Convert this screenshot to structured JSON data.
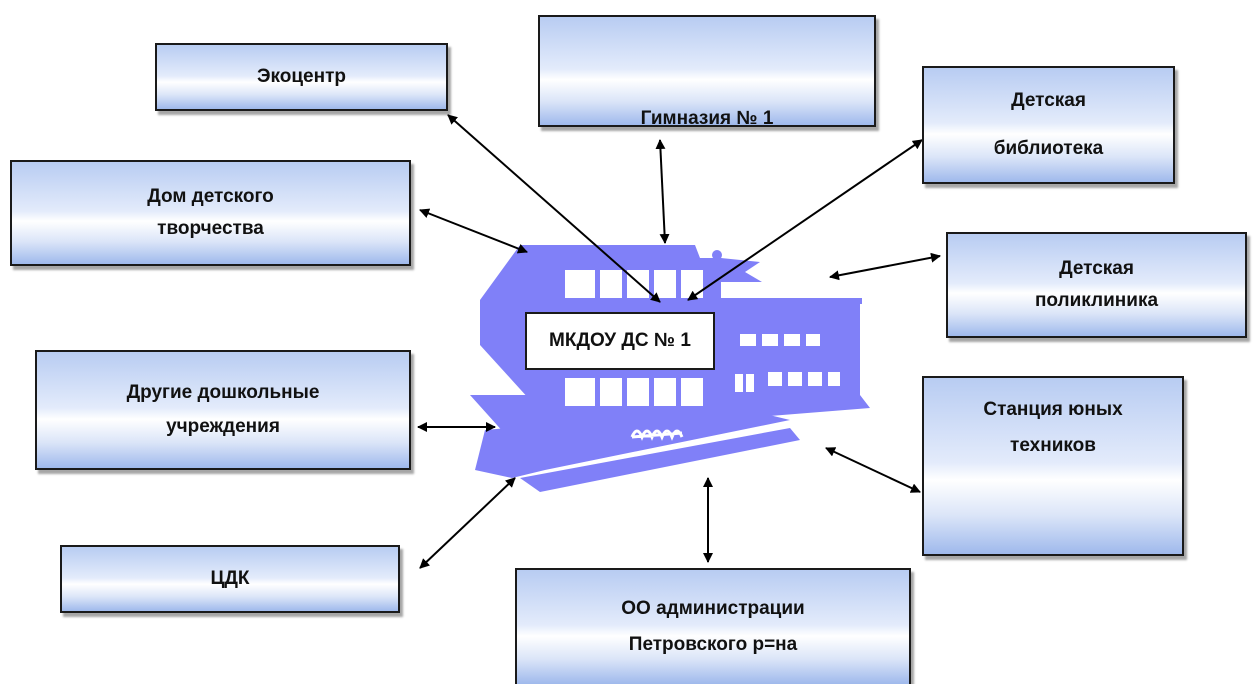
{
  "center": {
    "label": "МКДОУ ДС № 1"
  },
  "partners": {
    "ecocenter": {
      "label": "Экоцентр"
    },
    "gymnasium": {
      "label": "Гимназия № 1"
    },
    "library": {
      "line1": "Детская",
      "line2": "библиотека"
    },
    "children_house": {
      "line1": "Дом детского",
      "line2": "творчества"
    },
    "polyclinic": {
      "line1": "Детская",
      "line2": "поликлиника"
    },
    "other_preschools": {
      "line1": "Другие дошкольные",
      "line2": "учреждения"
    },
    "young_technicians": {
      "line1": "Станция юных",
      "line2": "техников"
    },
    "cdk": {
      "label": "ЦДК"
    },
    "education_dept": {
      "line1": "ОО администрации",
      "line2": "Петровского р=на"
    }
  },
  "colors": {
    "building": "#8080f8",
    "box_border": "#1a1a1a",
    "arrow": "#000000"
  }
}
